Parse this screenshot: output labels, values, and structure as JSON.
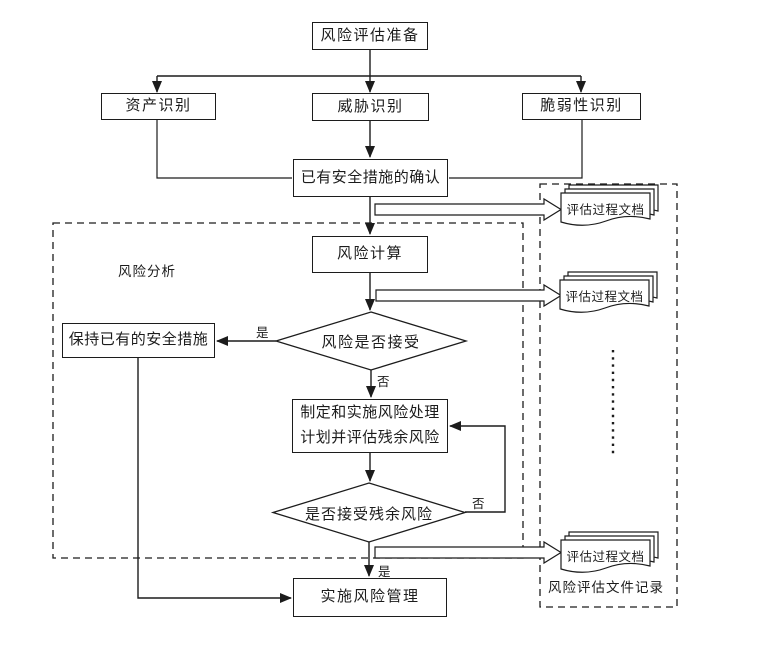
{
  "diagram": {
    "title_note": "risk-assessment-flowchart",
    "nodes": {
      "prepare": "风险评估准备",
      "asset": "资产识别",
      "threat": "威胁识别",
      "vulnerability": "脆弱性识别",
      "confirm": "已有安全措施的确认",
      "calculate": "风险计算",
      "accept_question": "风险是否接受",
      "keep": "保持已有的安全措施",
      "plan_line1": "制定和实施风险处理",
      "plan_line2": "计划并评估残余风险",
      "residual_question": "是否接受残余风险",
      "implement": "实施风险管理"
    },
    "labels": {
      "analysis_region": "风险分析",
      "records_region": "风险评估文件记录",
      "yes1": "是",
      "no1": "否",
      "no2": "否",
      "yes2": "是"
    },
    "documents": {
      "doc1": "评估过程文档",
      "doc2": "评估过程文档",
      "doc3": "评估过程文档"
    },
    "colors": {
      "line": "#1c1c1c",
      "background": "#ffffff"
    }
  }
}
